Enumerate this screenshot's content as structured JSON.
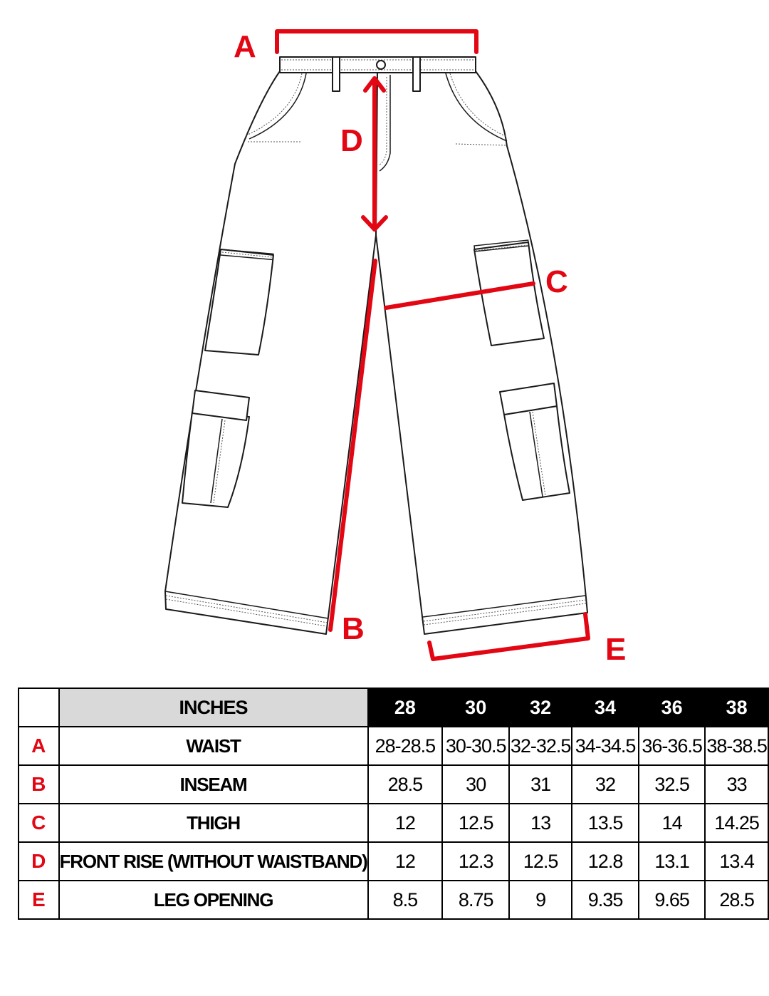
{
  "diagram": {
    "labels": {
      "a": "A",
      "b": "B",
      "c": "C",
      "d": "D",
      "e": "E"
    }
  },
  "table": {
    "unit_header": "INCHES",
    "sizes": [
      "28",
      "30",
      "32",
      "34",
      "36",
      "38"
    ],
    "rows": [
      {
        "letter": "A",
        "name": "WAIST",
        "values": [
          "28-28.5",
          "30-30.5",
          "32-32.5",
          "34-34.5",
          "36-36.5",
          "38-38.5"
        ]
      },
      {
        "letter": "B",
        "name": "INSEAM",
        "values": [
          "28.5",
          "30",
          "31",
          "32",
          "32.5",
          "33"
        ]
      },
      {
        "letter": "C",
        "name": "THIGH",
        "values": [
          "12",
          "12.5",
          "13",
          "13.5",
          "14",
          "14.25"
        ]
      },
      {
        "letter": "D",
        "name": "FRONT RISE (WITHOUT WAISTBAND)",
        "values": [
          "12",
          "12.3",
          "12.5",
          "12.8",
          "13.1",
          "13.4"
        ]
      },
      {
        "letter": "E",
        "name": "LEG OPENING",
        "values": [
          "8.5",
          "8.75",
          "9",
          "9.35",
          "9.65",
          "28.5"
        ]
      }
    ]
  },
  "colors": {
    "accent": "#e30613",
    "header_bg": "#000000",
    "unit_header_bg": "#d9d9d9"
  }
}
